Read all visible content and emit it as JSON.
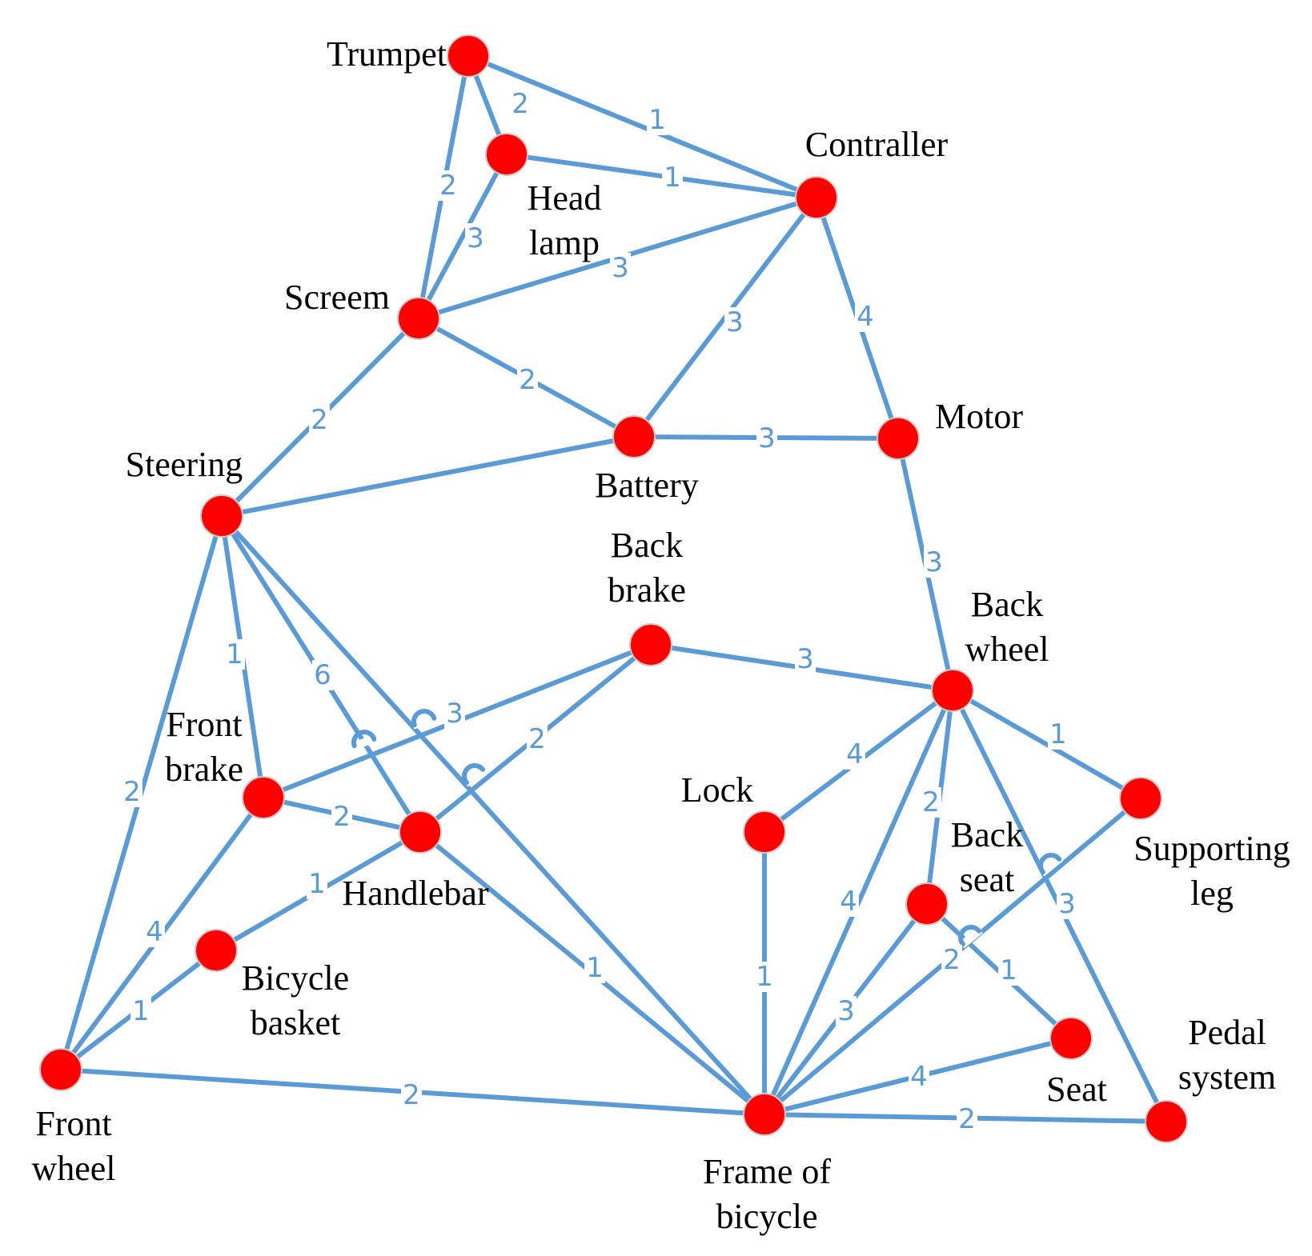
{
  "colors": {
    "edge": "#5b9bd5",
    "node": "#ff0000",
    "label": "#000000",
    "weight": "#5b9bd5"
  },
  "nodes": [
    {
      "id": "trumpet",
      "label": [
        "Trumpet"
      ]
    },
    {
      "id": "head-lamp",
      "label": [
        "Head",
        "lamp"
      ]
    },
    {
      "id": "contraller",
      "label": [
        "Contraller"
      ]
    },
    {
      "id": "screem",
      "label": [
        "Screem"
      ]
    },
    {
      "id": "steering",
      "label": [
        "Steering"
      ]
    },
    {
      "id": "battery",
      "label": [
        "Battery"
      ]
    },
    {
      "id": "motor",
      "label": [
        "Motor"
      ]
    },
    {
      "id": "back-brake",
      "label": [
        "Back",
        "brake"
      ]
    },
    {
      "id": "back-wheel",
      "label": [
        "Back",
        "wheel"
      ]
    },
    {
      "id": "front-brake",
      "label": [
        "Front",
        "brake"
      ]
    },
    {
      "id": "handlebar",
      "label": [
        "Handlebar"
      ]
    },
    {
      "id": "lock",
      "label": [
        "Lock"
      ]
    },
    {
      "id": "supporting-leg",
      "label": [
        "Supporting",
        "leg"
      ]
    },
    {
      "id": "back-seat",
      "label": [
        "Back",
        "seat"
      ]
    },
    {
      "id": "bicycle-basket",
      "label": [
        "Bicycle",
        "basket"
      ]
    },
    {
      "id": "seat",
      "label": [
        "Seat"
      ]
    },
    {
      "id": "front-wheel",
      "label": [
        "Front",
        "wheel"
      ]
    },
    {
      "id": "pedal-system",
      "label": [
        "Pedal",
        "system"
      ]
    },
    {
      "id": "frame",
      "label": [
        "Frame of",
        "bicycle"
      ]
    }
  ],
  "edges": [
    {
      "from": "trumpet",
      "to": "contraller",
      "weight": "1"
    },
    {
      "from": "trumpet",
      "to": "head-lamp",
      "weight": "2"
    },
    {
      "from": "trumpet",
      "to": "screem",
      "weight": "2"
    },
    {
      "from": "head-lamp",
      "to": "contraller",
      "weight": "1"
    },
    {
      "from": "head-lamp",
      "to": "screem",
      "weight": "3"
    },
    {
      "from": "screem",
      "to": "contraller",
      "weight": "3"
    },
    {
      "from": "screem",
      "to": "battery",
      "weight": "2"
    },
    {
      "from": "screem",
      "to": "steering",
      "weight": "2"
    },
    {
      "from": "contraller",
      "to": "battery",
      "weight": "3"
    },
    {
      "from": "contraller",
      "to": "motor",
      "weight": "4"
    },
    {
      "from": "battery",
      "to": "motor",
      "weight": "3"
    },
    {
      "from": "steering",
      "to": "battery",
      "weight": ""
    },
    {
      "from": "motor",
      "to": "back-wheel",
      "weight": "3"
    },
    {
      "from": "steering",
      "to": "front-brake",
      "weight": "1"
    },
    {
      "from": "steering",
      "to": "handlebar",
      "weight": "6"
    },
    {
      "from": "steering",
      "to": "frame",
      "weight": ""
    },
    {
      "from": "steering",
      "to": "front-wheel",
      "weight": "2"
    },
    {
      "from": "back-brake",
      "to": "back-wheel",
      "weight": "3"
    },
    {
      "from": "front-brake",
      "to": "back-brake",
      "weight": "3"
    },
    {
      "from": "handlebar",
      "to": "back-brake",
      "weight": "2"
    },
    {
      "from": "front-brake",
      "to": "handlebar",
      "weight": "2"
    },
    {
      "from": "front-brake",
      "to": "front-wheel",
      "weight": "4"
    },
    {
      "from": "handlebar",
      "to": "bicycle-basket",
      "weight": "1"
    },
    {
      "from": "handlebar",
      "to": "frame",
      "weight": "1"
    },
    {
      "from": "bicycle-basket",
      "to": "front-wheel",
      "weight": "1"
    },
    {
      "from": "front-wheel",
      "to": "frame",
      "weight": "2"
    },
    {
      "from": "back-wheel",
      "to": "lock",
      "weight": "4"
    },
    {
      "from": "back-wheel",
      "to": "frame",
      "weight": "4"
    },
    {
      "from": "back-wheel",
      "to": "back-seat",
      "weight": "2"
    },
    {
      "from": "back-wheel",
      "to": "supporting-leg",
      "weight": "1"
    },
    {
      "from": "back-wheel",
      "to": "pedal-system",
      "weight": "3"
    },
    {
      "from": "lock",
      "to": "frame",
      "weight": "1"
    },
    {
      "from": "back-seat",
      "to": "frame",
      "weight": "3"
    },
    {
      "from": "back-seat",
      "to": "seat",
      "weight": "1"
    },
    {
      "from": "supporting-leg",
      "to": "frame",
      "weight": "2"
    },
    {
      "from": "seat",
      "to": "frame",
      "weight": "4"
    },
    {
      "from": "frame",
      "to": "pedal-system",
      "weight": "2"
    }
  ]
}
